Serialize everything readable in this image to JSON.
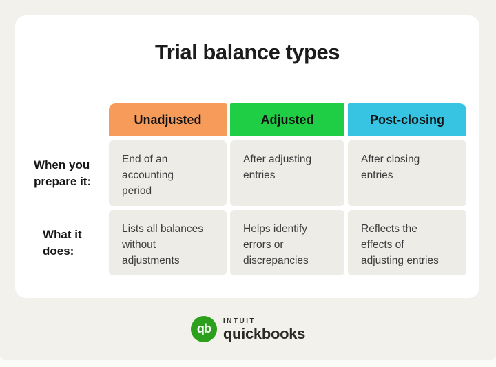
{
  "page": {
    "title": "Trial balance types"
  },
  "table": {
    "columns": [
      {
        "label": "Unadjusted",
        "color": "#F69B59"
      },
      {
        "label": "Adjusted",
        "color": "#20CE46"
      },
      {
        "label": "Post-closing",
        "color": "#37C3E2"
      }
    ],
    "rows": [
      {
        "label": "When you\nprepare it:",
        "cells": [
          "End of an\naccounting\nperiod",
          "After adjusting\nentries",
          "After closing\nentries"
        ]
      },
      {
        "label": "What it\ndoes:",
        "cells": [
          "Lists all balances\nwithout\nadjustments",
          "Helps identify\nerrors or\ndiscrepancies",
          "Reflects the\neffects of\nadjusting entries"
        ]
      }
    ]
  },
  "logo": {
    "monogram": "qb",
    "brand_top": "INTUIT",
    "brand_bottom": "quickbooks",
    "circle_color": "#2CA01C"
  },
  "colors": {
    "background": "#F2F1EB",
    "card": "#FFFFFF",
    "cell_background": "#EDECE6",
    "title_text": "#1C1C1C",
    "cell_text": "#3C3C3C"
  }
}
